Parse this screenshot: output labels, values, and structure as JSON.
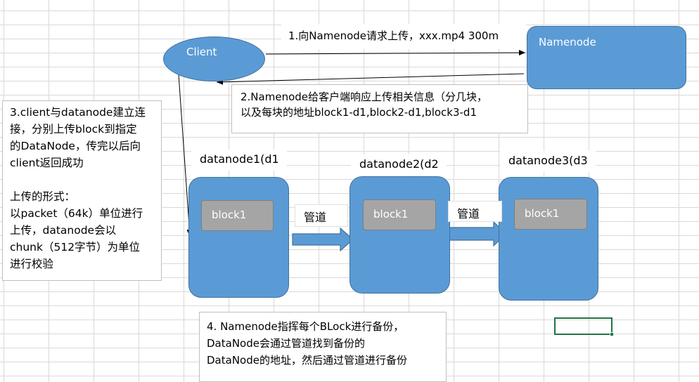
{
  "client": {
    "label": "Client"
  },
  "namenode": {
    "label": "Namenode"
  },
  "steps": {
    "step1": "1.向Namenode请求上传，xxx.mp4   300m",
    "step2": "2.Namenode给客户端响应上传相关信息（分几块，\n以及每块的地址block1-d1,block2-d1,block3-d1",
    "step3": "3.client与datanode建立连\n接，分别上传block到指定\n的DataNode，传完以后向\nclient返回成功\n\n上传的形式：\n以packet（64k）单位进行\n上传，datanode会以\nchunk（512字节）为单位\n进行校验",
    "step4": "4. Namenode指挥每个BLock进行备份，\nDataNode会通过管道找到备份的\nDataNode的地址，然后通过管道进行备份"
  },
  "datanodes": [
    {
      "label": "datanode1(d1",
      "block": "block1"
    },
    {
      "label": "datanode2(d2",
      "block": "block1"
    },
    {
      "label": "datanode3(d3",
      "block": "block1"
    }
  ],
  "pipes": [
    {
      "label": "管道"
    },
    {
      "label": "管道"
    }
  ],
  "colors": {
    "node_fill": "#5b9bd5",
    "node_border": "#41719c",
    "block_fill": "#a5a5a5",
    "selected_cell": "#217346"
  }
}
